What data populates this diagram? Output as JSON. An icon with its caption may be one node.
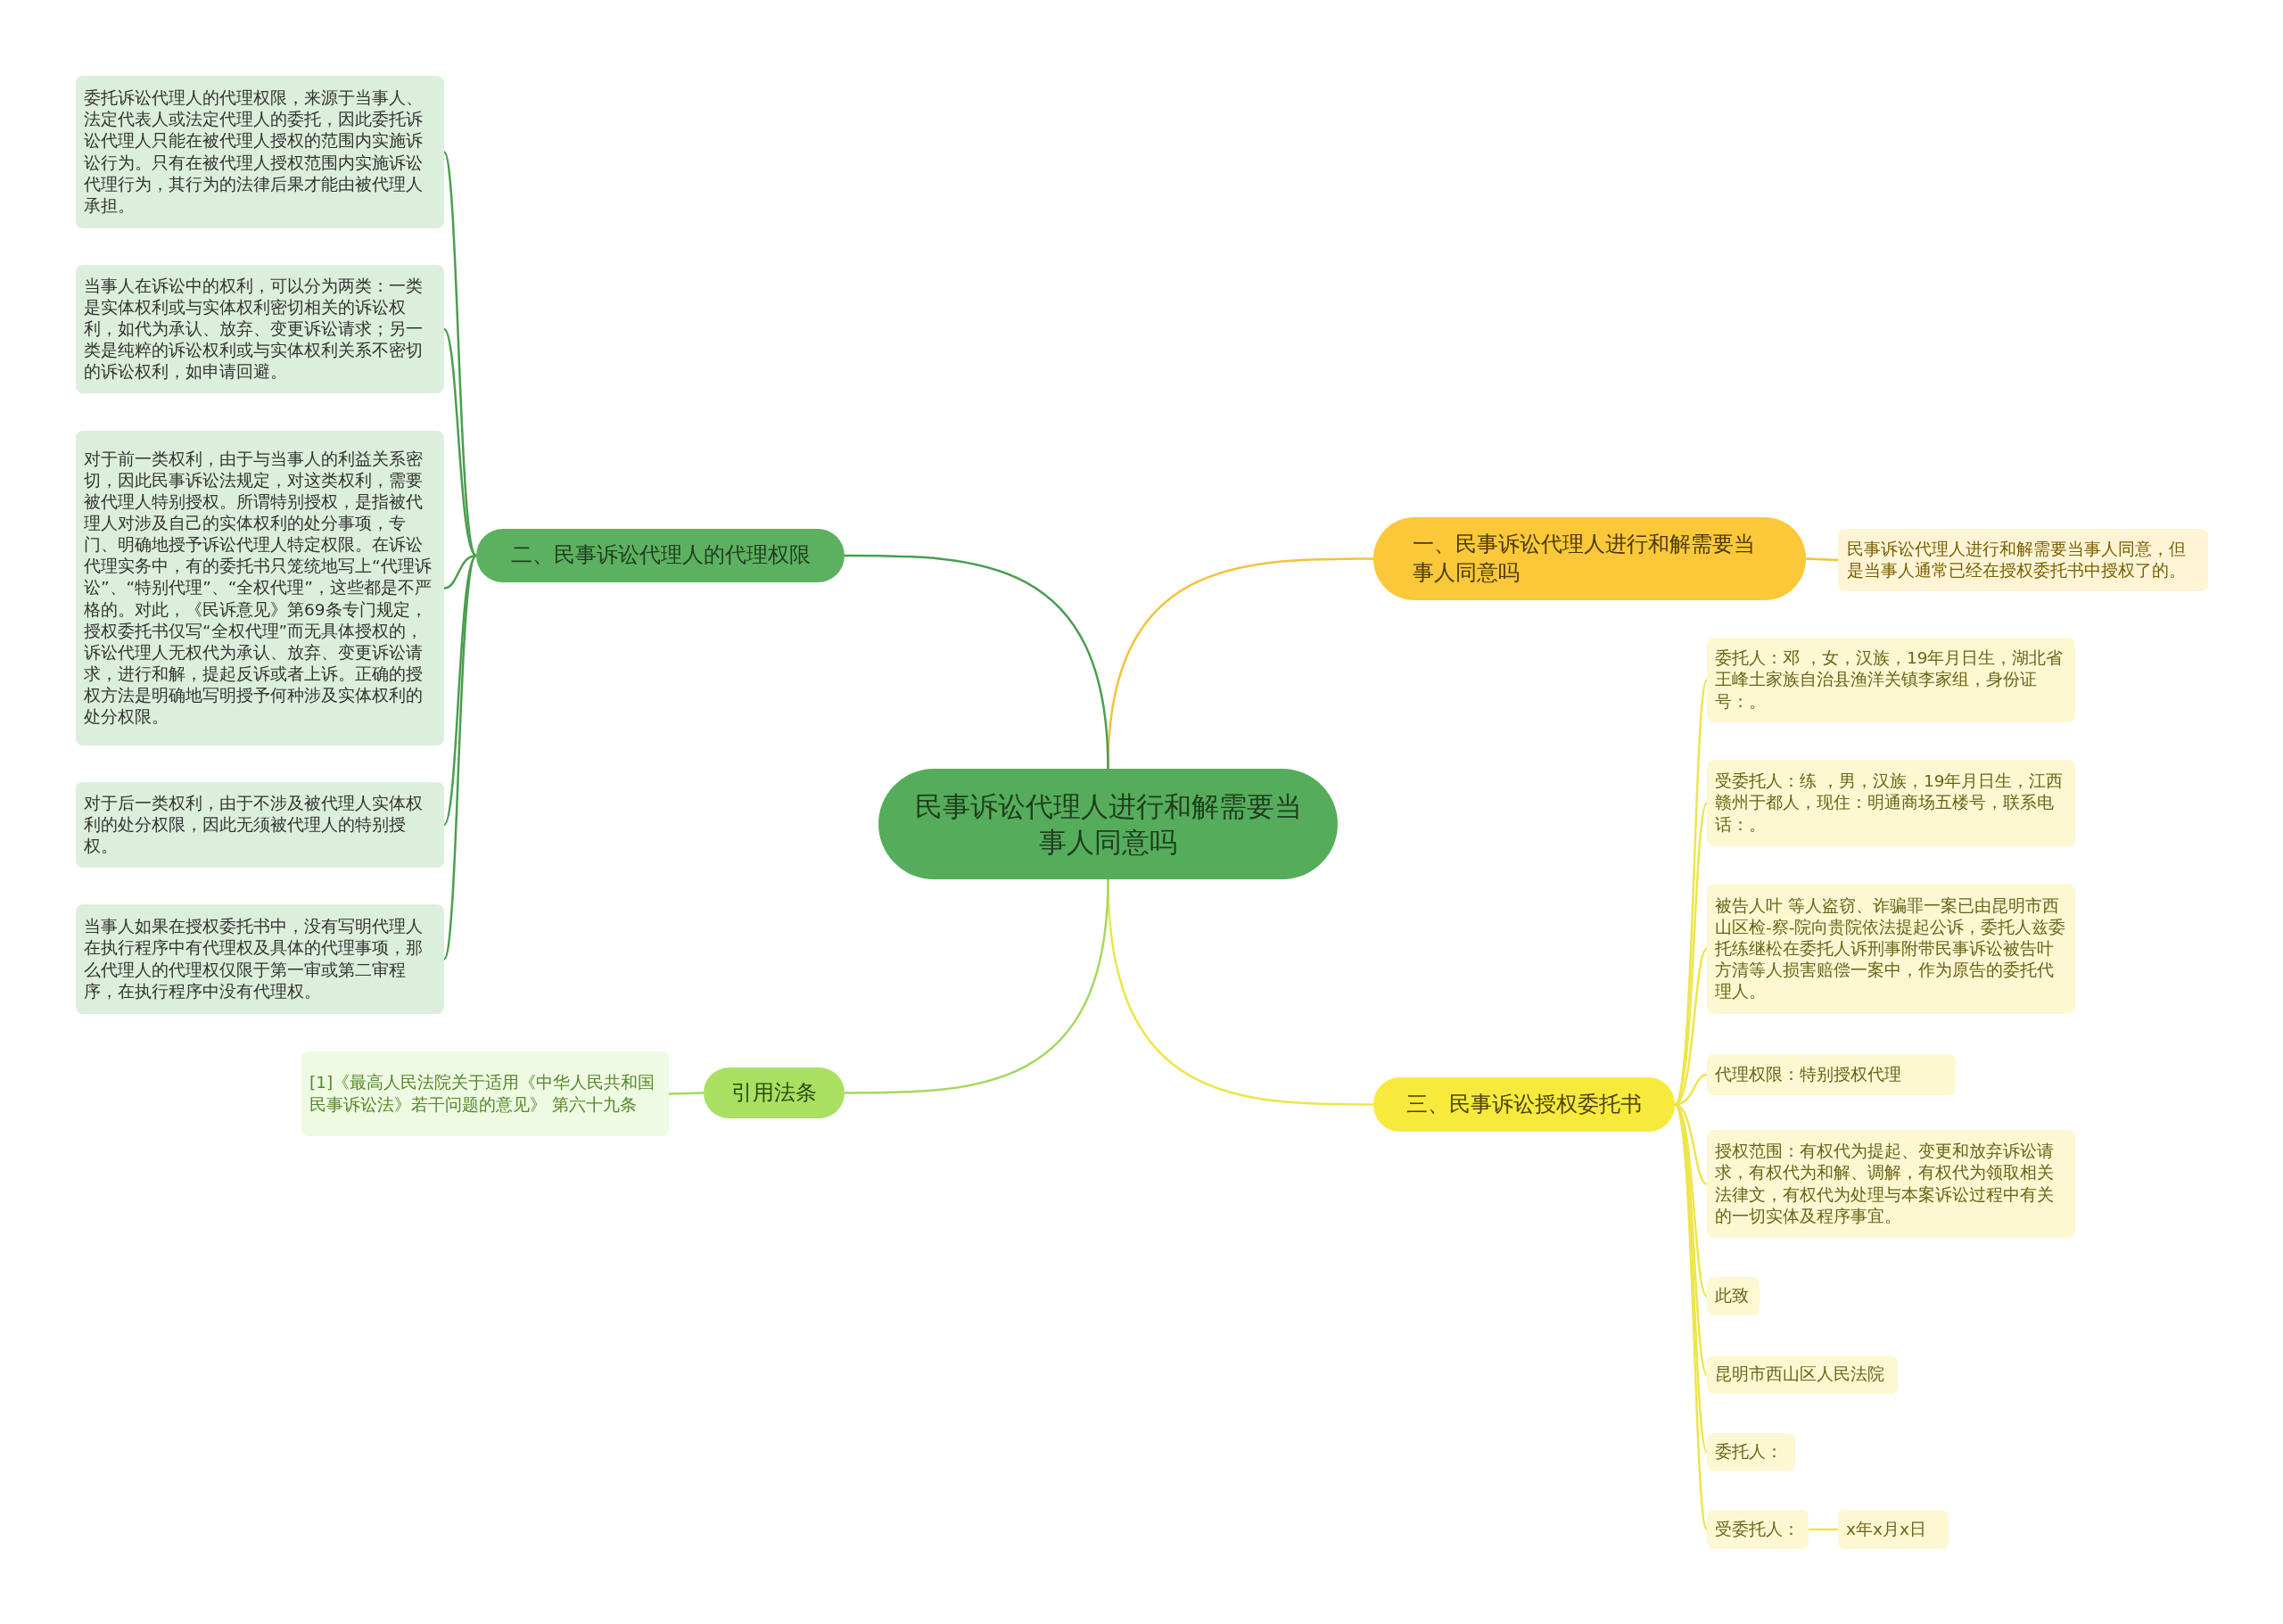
{
  "diagram": {
    "nodes": [
      {
        "text": [
          "民事诉讼代理人进行和解需要当事人同意吗"
        ]
      },
      {
        "text": [
          "一、民事诉讼代理人进行和解需要当事人同意吗"
        ]
      },
      {
        "text": [
          "民事诉讼代理人进行和解需要当事人同意，但是当事人通常已经在授权委托书中授权了的。"
        ]
      },
      {
        "text": [
          "二、民事诉讼代理人的代理权限"
        ]
      },
      {
        "text": [
          "委托诉讼代理人的代理权限，来源于当事人、法定代表人或法定代理人的委托，因此委托诉讼代理人只能在被代理人授权的范围内实施诉讼行为。只有在被代理人授权范围内实施诉讼代理行为，其行为的法律后果才能由被代理人承担。"
        ]
      },
      {
        "text": [
          "当事人在诉讼中的权利，可以分为两类：一类是实体权利或与实体权利密切相关的诉讼权利，如代为承认、放弃、变更诉讼请求；另一类是纯粹的诉讼权利或与实体权利关系不密切的诉讼权利，如申请回避。"
        ]
      },
      {
        "text": [
          "对于前一类权利，由于与当事人的利益关系密切，因此民事诉讼法规定，对这类权利，需要被代理人特别授权。所谓特别授权，是指被代理人对涉及自己的实体权利的处分事项，专门、明确地授予诉讼代理人特定权限。在诉讼代理实务中，有的委托书只笼统地写上“代理诉讼”、“特别代理”、“全权代理”，这些都是不严格的。对此，《民诉意见》第69条专门规定，授权委托书仅写“全权代理”而无具体授权的，诉讼代理人无权代为承认、放弃、变更诉讼请求，进行和解，提起反诉或者上诉。正确的授权方法是明确地写明授予何种涉及实体权利的处分权限。"
        ]
      },
      {
        "text": [
          "对于后一类权利，由于不涉及被代理人实体权利的处分权限，因此无须被代理人的特别授权。"
        ]
      },
      {
        "text": [
          "当事人如果在授权委托书中，没有写明代理人在执行程序中有代理权及具体的代理事项，那么代理人的代理权仅限于第一审或第二审程序，在执行程序中没有代理权。"
        ]
      },
      {
        "text": [
          "三、民事诉讼授权委托书"
        ]
      },
      {
        "text": [
          "委托人：邓 ，女，汉族，19年月日生，湖北省王峰土家族自治县渔洋关镇李家组，身份证号：。"
        ]
      },
      {
        "text": [
          "受委托人：练 ，男，汉族，19年月日生，江西赣州于都人，现住：明通商场五楼号，联系电话：。"
        ]
      },
      {
        "text": [
          "被告人叶 等人盗窃、诈骗罪一案已由昆明市西山区检-察-院向贵院依法提起公诉，委托人兹委托练继松在委托人诉刑事附带民事诉讼被告叶方清等人损害赔偿一案中，作为原告的委托代理人。"
        ]
      },
      {
        "text": [
          "代理权限：特别授权代理"
        ]
      },
      {
        "text": [
          "授权范围：有权代为提起、变更和放弃诉讼请求，有权代为和解、调解，有权代为领取相关法律文，有权代为处理与本案诉讼过程中有关的一切实体及程序事宜。"
        ]
      },
      {
        "text": [
          "此致"
        ]
      },
      {
        "text": [
          "昆明市西山区人民法院"
        ]
      },
      {
        "text": [
          "委托人："
        ]
      },
      {
        "text": [
          "受委托人："
        ]
      },
      {
        "text": [
          "x年x月x日"
        ]
      },
      {
        "text": [
          "引用法条"
        ]
      },
      {
        "text": [
          "[1]《最高人民法院关于适用《中华人民共和国民事诉讼法》若干问题的意见》 第六十九条"
        ]
      }
    ],
    "edges": [
      {
        "from": 0,
        "to": 1,
        "arrow": "none",
        "color": "#f4c23c"
      },
      {
        "from": 1,
        "to": 2,
        "arrow": "none",
        "color": "#f4c23c"
      },
      {
        "from": 0,
        "to": 3,
        "arrow": "none",
        "color": "#4a9e50"
      },
      {
        "from": 3,
        "to": 4,
        "arrow": "none",
        "color": "#4a9e50"
      },
      {
        "from": 3,
        "to": 5,
        "arrow": "none",
        "color": "#4a9e50"
      },
      {
        "from": 3,
        "to": 6,
        "arrow": "none",
        "color": "#4a9e50"
      },
      {
        "from": 3,
        "to": 7,
        "arrow": "none",
        "color": "#4a9e50"
      },
      {
        "from": 3,
        "to": 8,
        "arrow": "none",
        "color": "#4a9e50"
      },
      {
        "from": 0,
        "to": 9,
        "arrow": "none"
      },
      {
        "from": 9,
        "to": 10,
        "arrow": "none"
      },
      {
        "from": 9,
        "to": 11,
        "arrow": "none"
      },
      {
        "from": 9,
        "to": 12,
        "arrow": "none"
      },
      {
        "from": 9,
        "to": 13,
        "arrow": "none"
      },
      {
        "from": 9,
        "to": 14,
        "arrow": "none"
      },
      {
        "from": 9,
        "to": 15,
        "arrow": "none"
      },
      {
        "from": 9,
        "to": 16,
        "arrow": "none"
      },
      {
        "from": 9,
        "to": 17,
        "arrow": "none"
      },
      {
        "from": 9,
        "to": 18,
        "arrow": "none"
      },
      {
        "from": 18,
        "to": 19,
        "arrow": "none"
      },
      {
        "from": 0,
        "to": 20,
        "arrow": "none",
        "color": "#a5d862"
      },
      {
        "from": 20,
        "to": 21,
        "arrow": "none",
        "color": "#a5d862"
      }
    ]
  }
}
